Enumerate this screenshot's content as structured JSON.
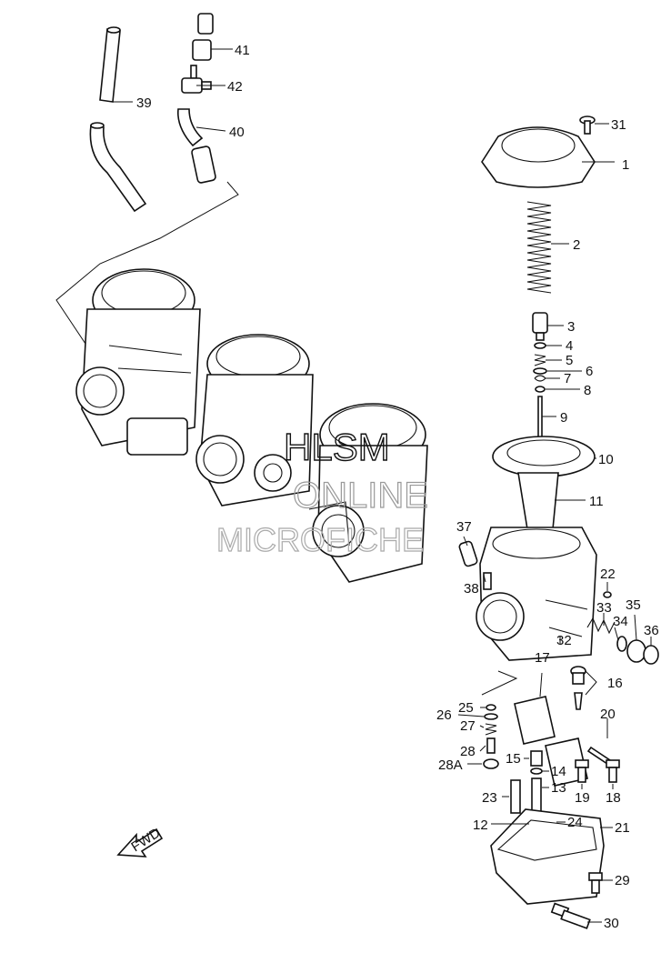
{
  "callouts": [
    {
      "id": "p1",
      "text": "1"
    },
    {
      "id": "p2",
      "text": "2"
    },
    {
      "id": "p3",
      "text": "3"
    },
    {
      "id": "p4",
      "text": "4"
    },
    {
      "id": "p5",
      "text": "5"
    },
    {
      "id": "p6",
      "text": "6"
    },
    {
      "id": "p7",
      "text": "7"
    },
    {
      "id": "p8",
      "text": "8"
    },
    {
      "id": "p9",
      "text": "9"
    },
    {
      "id": "p10",
      "text": "10"
    },
    {
      "id": "p11",
      "text": "11"
    },
    {
      "id": "p12",
      "text": "12"
    },
    {
      "id": "p13",
      "text": "13"
    },
    {
      "id": "p14",
      "text": "14"
    },
    {
      "id": "p15",
      "text": "15"
    },
    {
      "id": "p16",
      "text": "16"
    },
    {
      "id": "p17",
      "text": "17"
    },
    {
      "id": "p18",
      "text": "18"
    },
    {
      "id": "p19",
      "text": "19"
    },
    {
      "id": "p20",
      "text": "20"
    },
    {
      "id": "p21",
      "text": "21"
    },
    {
      "id": "p22",
      "text": "22"
    },
    {
      "id": "p23",
      "text": "23"
    },
    {
      "id": "p24",
      "text": "24"
    },
    {
      "id": "p25",
      "text": "25"
    },
    {
      "id": "p26",
      "text": "26"
    },
    {
      "id": "p27",
      "text": "27"
    },
    {
      "id": "p28",
      "text": "28"
    },
    {
      "id": "p28a",
      "text": "28A"
    },
    {
      "id": "p29",
      "text": "29"
    },
    {
      "id": "p30",
      "text": "30"
    },
    {
      "id": "p31",
      "text": "31"
    },
    {
      "id": "p32",
      "text": "32"
    },
    {
      "id": "p33",
      "text": "33"
    },
    {
      "id": "p34",
      "text": "34"
    },
    {
      "id": "p35",
      "text": "35"
    },
    {
      "id": "p36",
      "text": "36"
    },
    {
      "id": "p37",
      "text": "37"
    },
    {
      "id": "p38",
      "text": "38"
    },
    {
      "id": "p39",
      "text": "39"
    },
    {
      "id": "p40",
      "text": "40"
    },
    {
      "id": "p41",
      "text": "41"
    },
    {
      "id": "p42",
      "text": "42"
    }
  ],
  "fwd_label": "FWD",
  "watermark": {
    "line1": "HLSM",
    "line2": "ONLINE",
    "line3": "MICROFICHE"
  },
  "colors": {
    "ink": "#111111",
    "paper": "#ffffff",
    "watermark": "#999999"
  }
}
